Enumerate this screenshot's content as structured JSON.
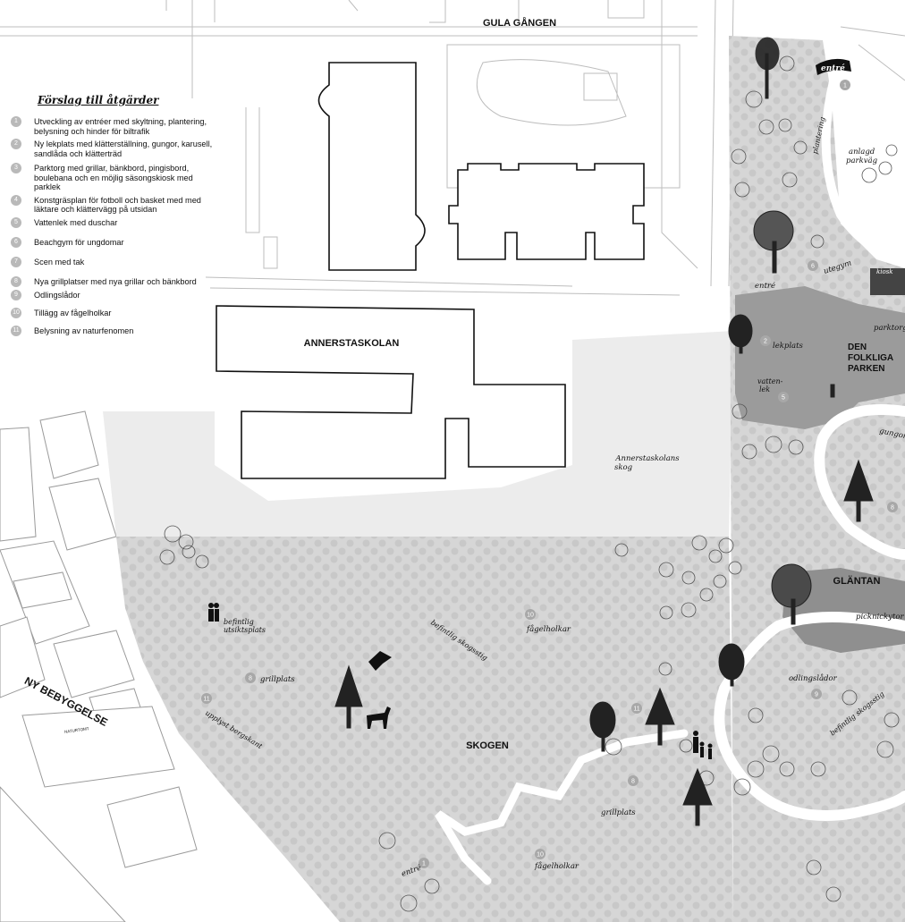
{
  "legend": {
    "title": "Förslag till åtgärder",
    "items": [
      {
        "num": "1",
        "text": "Utveckling av entréer med skyltning, plantering, belysning och hinder för biltrafik"
      },
      {
        "num": "2",
        "text": "Ny lekplats med klätterställning, gungor, karusell, sandlåda och klätterträd"
      },
      {
        "num": "3",
        "text": "Parktorg med grillar, bänkbord, pingisbord, boulebana och en möjlig säsongskiosk med parklek"
      },
      {
        "num": "4",
        "text": "Konstgräsplan för fotboll och basket med med läktare och klättervägg på utsidan"
      },
      {
        "num": "5",
        "text": "Vattenlek med duschar"
      },
      {
        "num": "6",
        "text": "Beachgym för ungdomar"
      },
      {
        "num": "7",
        "text": "Scen med tak"
      },
      {
        "num": "8",
        "text": "Nya grillplatser med nya grillar och bänkbord"
      },
      {
        "num": "9",
        "text": "Odlingslådor"
      },
      {
        "num": "10",
        "text": "Tillägg av fågelholkar"
      },
      {
        "num": "11",
        "text": "Belysning av naturfenomen"
      }
    ]
  },
  "buildings": {
    "school": "ANNERSTASKOLAN",
    "new_housing": "NY BEBYGGELSE",
    "kiosk": "kiosk"
  },
  "streets": {
    "gula_gangen": "GULA GÅNGEN"
  },
  "areas": {
    "folkliga_parken": [
      "DEN",
      "FOLKLIGA",
      "PARKEN"
    ],
    "skogen": "SKOGEN",
    "glantan": "GLÄNTAN",
    "annerstaskolans_skog": [
      "Annerstaskolans",
      "skog"
    ]
  },
  "labels": {
    "entre_sign": "entré",
    "plantering": "plantering",
    "anlagd_parkvag": [
      "anlagd",
      "parkväg"
    ],
    "utegym": "utegym",
    "entre_east": "entré",
    "parktorg": "parktorg",
    "lekplats": "lekplats",
    "vattenlek": [
      "vatten-",
      "lek"
    ],
    "gungor": "gungor",
    "picknickytor": "picknickytor",
    "odlingslador": "odlingslådor",
    "befintlig_skogsstig_east": "befintlig skogsstig",
    "befintlig_skogsstig_mid": "befintlig skogsstig",
    "befintlig_utsiktsplats": [
      "befintlig",
      "utsiktsplats"
    ],
    "grillplats_west": "grillplats",
    "upplyst_bergskant": "upplyst bergskant",
    "fagelholkar_north": "fågelholkar",
    "grillplats_south": "grillplats",
    "fagelholkar_south": "fågelholkar",
    "entre_south": "entré",
    "naturtomt": "NATURTOMT"
  },
  "markers": {
    "m1_ne": "1",
    "m6": "6",
    "m2": "2",
    "m5": "5",
    "m8_east": "8",
    "m10_north": "10",
    "m8_west": "8",
    "m11_west": "11",
    "m11_mid": "11",
    "m9": "9",
    "m8_south": "8",
    "m10_south": "10",
    "m1_south": "1"
  }
}
